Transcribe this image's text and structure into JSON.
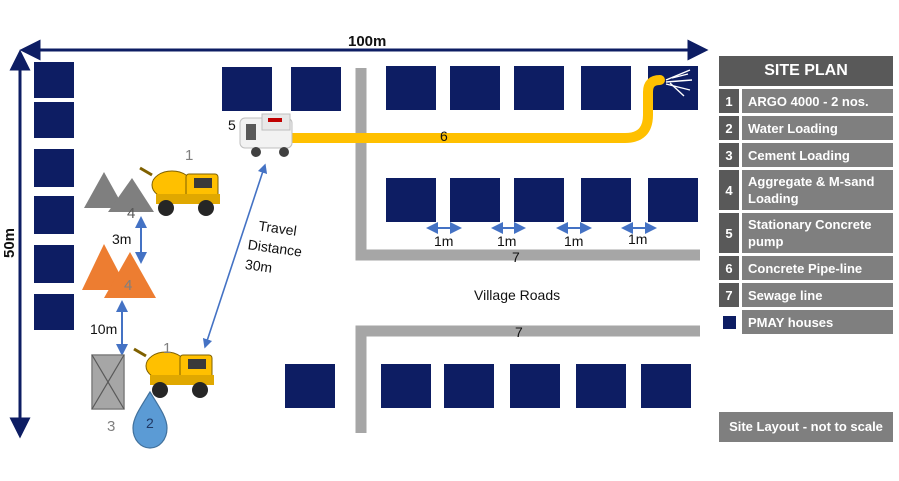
{
  "dimensions": {
    "width": "100m",
    "height": "50m"
  },
  "colors": {
    "house": "#0d1d63",
    "pipeline": "#ffc000",
    "sewage": "#a6a6a6",
    "aggregate": "#ed7d31",
    "cement_pile": "#7f7f7f",
    "water": "#5b9bd5",
    "arrow": "#4472c4"
  },
  "labels": {
    "argo_top": "1",
    "argo_bottom": "1",
    "aggregate_grey": "4",
    "aggregate_orange": "4",
    "pump": "5",
    "pipeline": "6",
    "sewage_top": "7",
    "sewage_bottom": "7",
    "cement": "3",
    "water": "2",
    "gap_3m": "3m",
    "gap_10m": "10m",
    "travel_line1": "Travel",
    "travel_line2": "Distance",
    "travel_line3": "30m",
    "house_gaps": [
      "1m",
      "1m",
      "1m",
      "1m"
    ],
    "village_roads": "Village Roads"
  },
  "legend": {
    "title": "SITE PLAN",
    "items": [
      {
        "num": "1",
        "text": "ARGO 4000 - 2 nos."
      },
      {
        "num": "2",
        "text": "Water Loading"
      },
      {
        "num": "3",
        "text": "Cement Loading"
      },
      {
        "num": "4",
        "text": "Aggregate & M-sand Loading"
      },
      {
        "num": "5",
        "text": "Stationary Concrete pump"
      },
      {
        "num": "6",
        "text": "Concrete Pipe-line"
      },
      {
        "num": "7",
        "text": "Sewage line"
      }
    ],
    "houses_label": "PMAY houses"
  },
  "note": "Site Layout - not to scale"
}
